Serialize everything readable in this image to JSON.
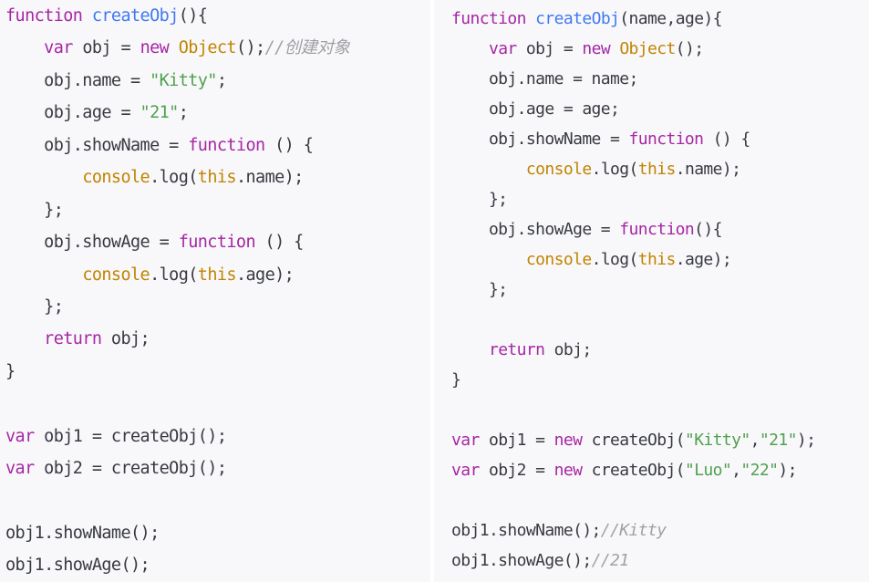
{
  "colors": {
    "background": "#f8f8fa",
    "keyword": "#a626a4",
    "function_name": "#4078f2",
    "builtin": "#c18401",
    "string": "#50a14f",
    "comment": "#a0a1a7",
    "text": "#383a42"
  },
  "left_panel": {
    "lines": [
      [
        {
          "t": "function",
          "c": "kw"
        },
        {
          "t": " "
        },
        {
          "t": "createObj",
          "c": "fn"
        },
        {
          "t": "(){"
        }
      ],
      [
        {
          "t": "    "
        },
        {
          "t": "var",
          "c": "kw"
        },
        {
          "t": " obj = "
        },
        {
          "t": "new",
          "c": "kw"
        },
        {
          "t": " "
        },
        {
          "t": "Object",
          "c": "bi"
        },
        {
          "t": "();"
        },
        {
          "t": "//创建对象",
          "c": "cm"
        }
      ],
      [
        {
          "t": "    obj.name = "
        },
        {
          "t": "\"Kitty\"",
          "c": "str"
        },
        {
          "t": ";"
        }
      ],
      [
        {
          "t": "    obj.age = "
        },
        {
          "t": "\"21\"",
          "c": "str"
        },
        {
          "t": ";"
        }
      ],
      [
        {
          "t": "    obj.showName = "
        },
        {
          "t": "function",
          "c": "kw"
        },
        {
          "t": " () {"
        }
      ],
      [
        {
          "t": "        "
        },
        {
          "t": "console",
          "c": "bi"
        },
        {
          "t": ".log("
        },
        {
          "t": "this",
          "c": "bi"
        },
        {
          "t": ".name);"
        }
      ],
      [
        {
          "t": "    };"
        }
      ],
      [
        {
          "t": "    obj.showAge = "
        },
        {
          "t": "function",
          "c": "kw"
        },
        {
          "t": " () {"
        }
      ],
      [
        {
          "t": "        "
        },
        {
          "t": "console",
          "c": "bi"
        },
        {
          "t": ".log("
        },
        {
          "t": "this",
          "c": "bi"
        },
        {
          "t": ".age);"
        }
      ],
      [
        {
          "t": "    };"
        }
      ],
      [
        {
          "t": "    "
        },
        {
          "t": "return",
          "c": "kw"
        },
        {
          "t": " obj;"
        }
      ],
      [
        {
          "t": "}"
        }
      ],
      [
        {
          "t": ""
        }
      ],
      [
        {
          "t": "var",
          "c": "kw"
        },
        {
          "t": " obj1 = createObj();"
        }
      ],
      [
        {
          "t": "var",
          "c": "kw"
        },
        {
          "t": " obj2 = createObj();"
        }
      ],
      [
        {
          "t": ""
        }
      ],
      [
        {
          "t": "obj1.showName();"
        }
      ],
      [
        {
          "t": "obj1.showAge();"
        }
      ]
    ]
  },
  "right_panel": {
    "lines": [
      [
        {
          "t": "function",
          "c": "kw"
        },
        {
          "t": " "
        },
        {
          "t": "createObj",
          "c": "fn"
        },
        {
          "t": "(name,age){"
        }
      ],
      [
        {
          "t": "    "
        },
        {
          "t": "var",
          "c": "kw"
        },
        {
          "t": " obj = "
        },
        {
          "t": "new",
          "c": "kw"
        },
        {
          "t": " "
        },
        {
          "t": "Object",
          "c": "bi"
        },
        {
          "t": "();"
        }
      ],
      [
        {
          "t": "    obj.name = name;"
        }
      ],
      [
        {
          "t": "    obj.age = age;"
        }
      ],
      [
        {
          "t": "    obj.showName = "
        },
        {
          "t": "function",
          "c": "kw"
        },
        {
          "t": " () {"
        }
      ],
      [
        {
          "t": "        "
        },
        {
          "t": "console",
          "c": "bi"
        },
        {
          "t": ".log("
        },
        {
          "t": "this",
          "c": "bi"
        },
        {
          "t": ".name);"
        }
      ],
      [
        {
          "t": "    };"
        }
      ],
      [
        {
          "t": "    obj.showAge = "
        },
        {
          "t": "function",
          "c": "kw"
        },
        {
          "t": "(){"
        }
      ],
      [
        {
          "t": "        "
        },
        {
          "t": "console",
          "c": "bi"
        },
        {
          "t": ".log("
        },
        {
          "t": "this",
          "c": "bi"
        },
        {
          "t": ".age);"
        }
      ],
      [
        {
          "t": "    };"
        }
      ],
      [
        {
          "t": ""
        }
      ],
      [
        {
          "t": "    "
        },
        {
          "t": "return",
          "c": "kw"
        },
        {
          "t": " obj;"
        }
      ],
      [
        {
          "t": "}"
        }
      ],
      [
        {
          "t": ""
        }
      ],
      [
        {
          "t": "var",
          "c": "kw"
        },
        {
          "t": " obj1 = "
        },
        {
          "t": "new",
          "c": "kw"
        },
        {
          "t": " createObj("
        },
        {
          "t": "\"Kitty\"",
          "c": "str"
        },
        {
          "t": ","
        },
        {
          "t": "\"21\"",
          "c": "str"
        },
        {
          "t": ");"
        }
      ],
      [
        {
          "t": "var",
          "c": "kw"
        },
        {
          "t": " obj2 = "
        },
        {
          "t": "new",
          "c": "kw"
        },
        {
          "t": " createObj("
        },
        {
          "t": "\"Luo\"",
          "c": "str"
        },
        {
          "t": ","
        },
        {
          "t": "\"22\"",
          "c": "str"
        },
        {
          "t": ");"
        }
      ],
      [
        {
          "t": ""
        }
      ],
      [
        {
          "t": "obj1.showName();"
        },
        {
          "t": "//Kitty",
          "c": "cm"
        }
      ],
      [
        {
          "t": "obj1.showAge();"
        },
        {
          "t": "//21",
          "c": "cm"
        }
      ]
    ]
  }
}
